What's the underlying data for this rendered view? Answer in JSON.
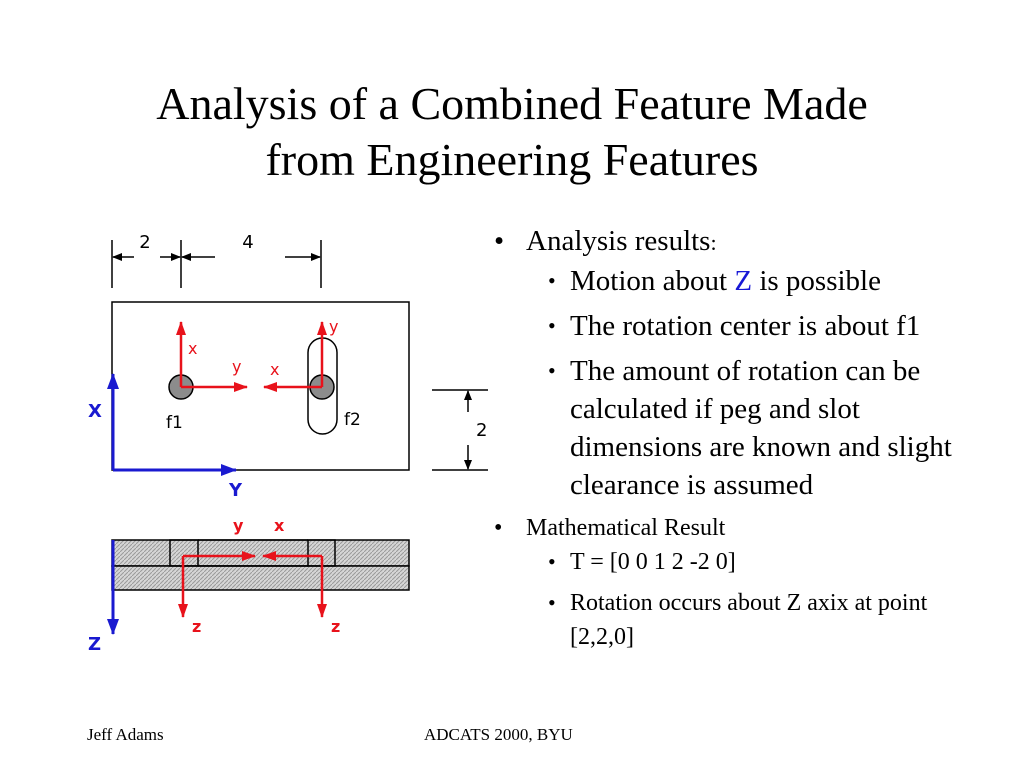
{
  "title": {
    "line1": "Analysis of a Combined Feature Made",
    "line2": "from Engineering Features"
  },
  "diagram": {
    "top_view": {
      "dim_left": "2",
      "dim_right": "4",
      "dim_height": "2",
      "feature1_label": "f1",
      "feature2_label": "f2",
      "f1_x_label": "x",
      "f1_y_label": "y",
      "f2_x_label": "x",
      "f2_y_label": "y",
      "global_x_label": "X",
      "global_y_label": "Y"
    },
    "side_view": {
      "y_label": "y",
      "x_label": "x",
      "z_label_1": "z",
      "z_label_2": "z",
      "global_z_label": "Z"
    },
    "colors": {
      "local_axes": "#e8121b",
      "global_axes": "#1a1ad0",
      "peg_fill": "#8c8c8c",
      "hatch": "#b4b4b4"
    }
  },
  "bullets": {
    "b1": {
      "label": "Analysis results",
      "suffix": ":",
      "sub": [
        {
          "pre": "Motion about ",
          "accent": "Z",
          "post": " is possible"
        },
        {
          "text": "The rotation center is about f1"
        },
        {
          "text": "The amount of rotation can be calculated if peg and slot dimensions are known and slight clearance is assumed"
        }
      ]
    },
    "b2": {
      "label": "Mathematical Result",
      "sub": [
        {
          "text": "T = [0 0 1 2 -2 0]"
        },
        {
          "text": "Rotation occurs about Z axix at point [2,2,0]"
        }
      ]
    }
  },
  "footer": {
    "author": "Jeff Adams",
    "event": "ADCATS 2000, BYU"
  }
}
